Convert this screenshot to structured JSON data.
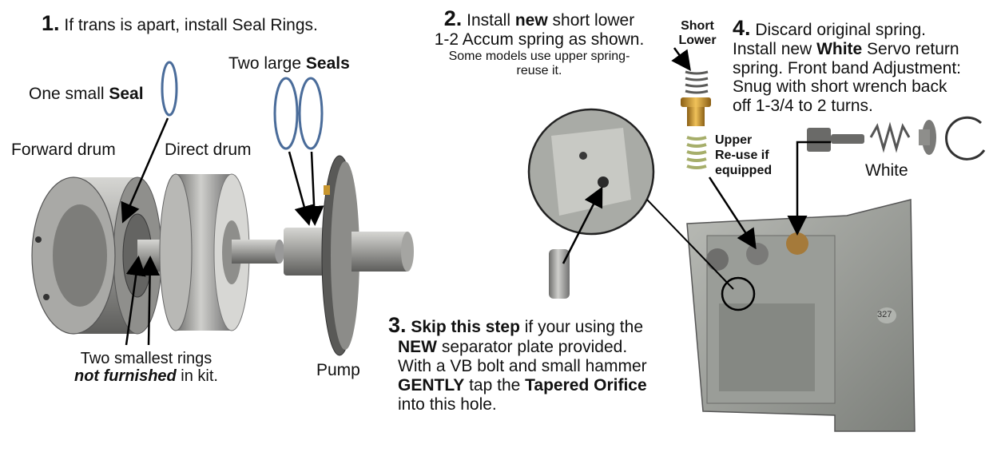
{
  "step1": {
    "number": "1.",
    "text": "If trans is apart, install Seal Rings."
  },
  "labels": {
    "one_small_seal_a": "One small ",
    "one_small_seal_b": "Seal",
    "two_large_seals_a": "Two large ",
    "two_large_seals_b": "Seals",
    "forward_drum": "Forward drum",
    "direct_drum": "Direct drum",
    "two_smallest_rings_line1": "Two smallest rings",
    "not_furnished": "not furnished",
    "in_kit": " in kit.",
    "pump": "Pump",
    "white": "White",
    "short_line1": "Short",
    "short_line2": "Lower",
    "upper_line1": "Upper",
    "upper_line2": "Re-use if",
    "upper_line3": "equipped"
  },
  "step2": {
    "number": "2.",
    "line1_a": "Install ",
    "line1_b": "new",
    "line1_c": " short lower",
    "line2": "1-2 Accum spring as shown.",
    "line3": "Some models use upper spring-",
    "line4": "reuse it."
  },
  "step3": {
    "number": "3.",
    "line1_b": "Skip this step",
    "line1_c": " if your using the",
    "line2_b": "NEW",
    "line2_c": " separator plate provided.",
    "line3": "With a VB bolt and small hammer",
    "line4_b": "GENTLY",
    "line4_c": " tap the ",
    "line4_d": "Tapered Orifice",
    "line5": "into this hole."
  },
  "step4": {
    "number": "4.",
    "line1": "Discard original spring.",
    "line2_a": "Install new ",
    "line2_b": "White",
    "line2_c": " Servo return",
    "line3": "spring. Front band Adjustment:",
    "line4": "Snug with short wrench back",
    "line5": "off 1-3/4 to 2 turns."
  },
  "case_number": "327",
  "colors": {
    "metal": "#9a9a98",
    "dark_metal": "#5e5e5c",
    "brass": "#c8962e",
    "spring_green": "#a6ae6a",
    "case_gray": "#8e918c",
    "text": "#111111"
  }
}
